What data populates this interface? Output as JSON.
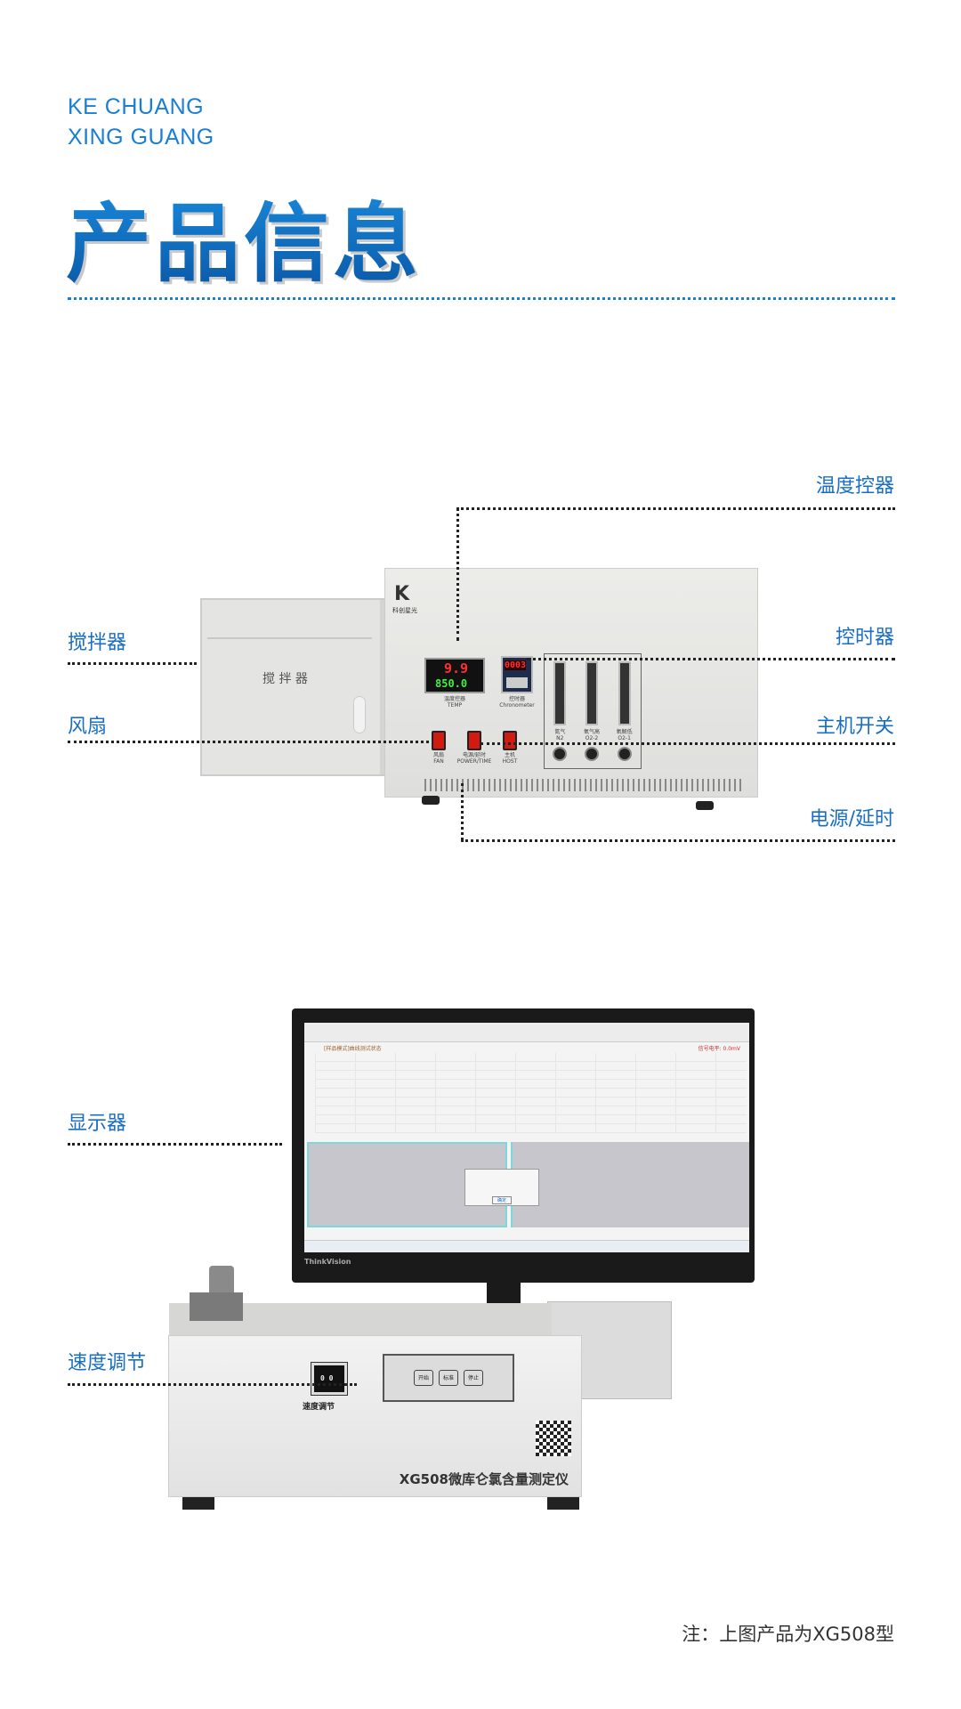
{
  "header": {
    "brand_line1": "KE CHUANG",
    "brand_line2": "XING GUANG",
    "title": "产品信息"
  },
  "instrument1": {
    "logo_text": "科创星光",
    "stirrer_panel_label": "搅 拌 器",
    "temp_display_pv": "9.9",
    "temp_display_sv": "850.0",
    "temp_label": "温度控器",
    "temp_sublabel": "TEMP",
    "timer_display": "0003",
    "timer_label": "控时器",
    "timer_sublabel": "Chronometer",
    "switches": [
      {
        "label": "风扇",
        "sub": "FAN"
      },
      {
        "label": "电源/延时",
        "sub": "POWER/TIME"
      },
      {
        "label": "主机",
        "sub": "HOST"
      }
    ],
    "flowmeters": [
      {
        "label": "氮气",
        "sub": "N2"
      },
      {
        "label": "氧气高",
        "sub": "O2-2"
      },
      {
        "label": "氧解低",
        "sub": "O2-1"
      }
    ],
    "callouts": {
      "temp_controller": "温度控器",
      "stirrer": "搅拌器",
      "timer": "控时器",
      "fan": "风扇",
      "main_switch": "主机开关",
      "power_delay": "电源/延时"
    }
  },
  "instrument2": {
    "monitor_brand": "ThinkVision",
    "screen_status": "[样品模式]曲线测试状态",
    "screen_signal": "信号电平: 0.0mV",
    "dialog_button": "确定",
    "speed_display": "0 0",
    "speed_label": "速度调节",
    "buttons": [
      "开始",
      "标准",
      "停止"
    ],
    "model_name": "XG508微库仑氯含量测定仪",
    "callouts": {
      "display": "显示器",
      "speed": "速度调节"
    }
  },
  "footer": {
    "note": "注：上图产品为XG508型"
  },
  "colors": {
    "accent": "#1a7fd4",
    "title_dark": "#0a55a4"
  }
}
